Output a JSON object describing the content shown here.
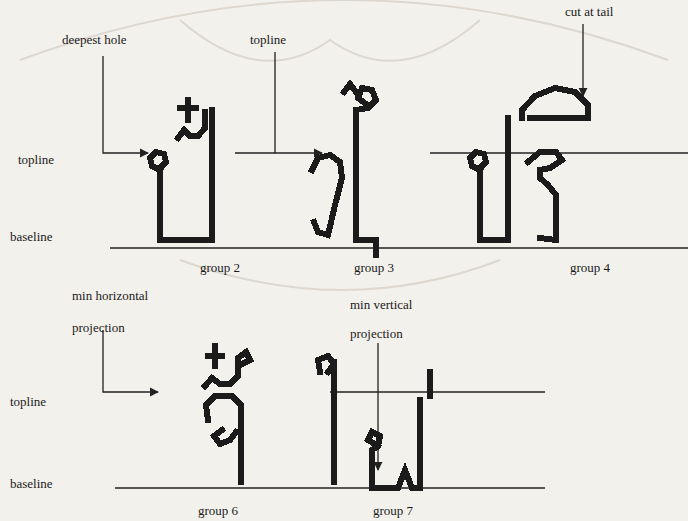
{
  "diagram": {
    "labels": [
      "deepest hole",
      "topline",
      "cut at tail",
      "topline",
      "baseline",
      "group 2",
      "group 3",
      "group 4",
      "min horizontal projection",
      "min vertical projection",
      "topline",
      "baseline",
      "group 6",
      "group 7"
    ]
  }
}
